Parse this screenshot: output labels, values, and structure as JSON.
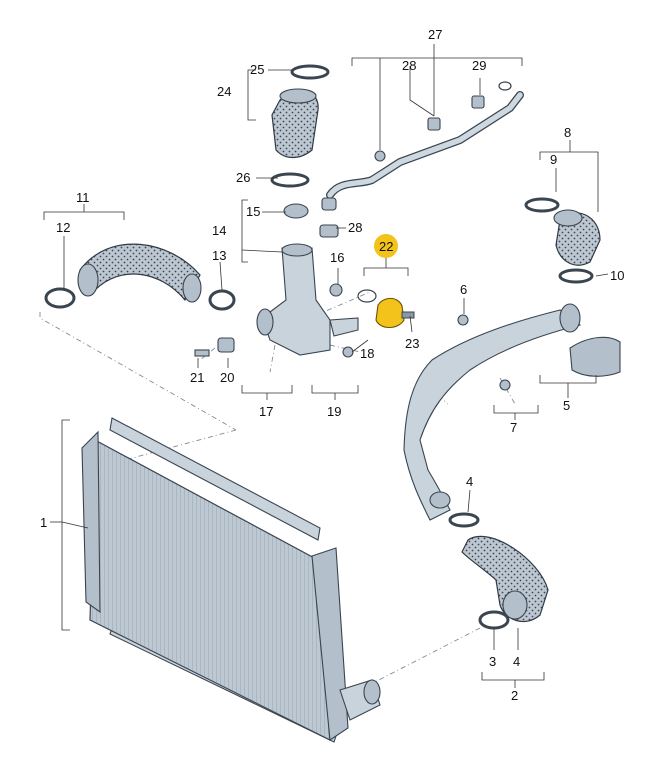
{
  "labels": {
    "p1": "1",
    "p2": "2",
    "p3": "3",
    "p4a": "4",
    "p4b": "4",
    "p5": "5",
    "p6": "6",
    "p7": "7",
    "p8": "8",
    "p9": "9",
    "p10": "10",
    "p11": "11",
    "p12": "12",
    "p13": "13",
    "p14": "14",
    "p15": "15",
    "p16": "16",
    "p17": "17",
    "p18": "18",
    "p19": "19",
    "p20": "20",
    "p21": "21",
    "p22": "22",
    "p23": "23",
    "p24": "24",
    "p25": "25",
    "p26": "26",
    "p27": "27",
    "p28a": "28",
    "p28b": "28",
    "p29": "29"
  },
  "colors": {
    "highlight": "#f3c21b",
    "part_fill": "#c9d3dc",
    "outline": "#3a4550"
  }
}
